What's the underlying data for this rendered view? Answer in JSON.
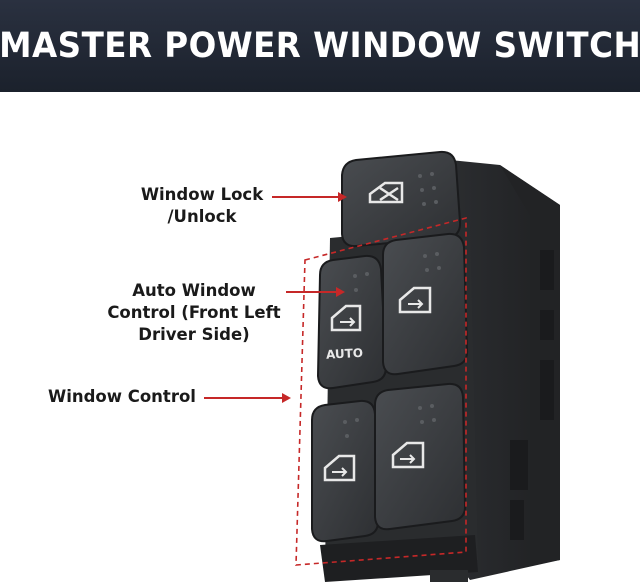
{
  "banner": {
    "title": "MASTER POWER WINDOW SWITCH"
  },
  "callouts": {
    "lock": {
      "line1": "Window Lock",
      "line2": "/Unlock"
    },
    "auto": {
      "line1": "Auto Window",
      "line2": "Control (Front Left",
      "line3": "Driver Side)"
    },
    "window_control": {
      "text": "Window Control"
    }
  },
  "switch_labels": {
    "auto": "AUTO"
  },
  "colors": {
    "banner_bg": "#1e2430",
    "banner_text": "#ffffff",
    "arrow": "#c62828",
    "switch_body": "#2f3133",
    "switch_button": "#3b3e41",
    "icon": "#e8e8e8"
  },
  "icons": [
    "window-lock-icon",
    "window-updown-icon"
  ]
}
